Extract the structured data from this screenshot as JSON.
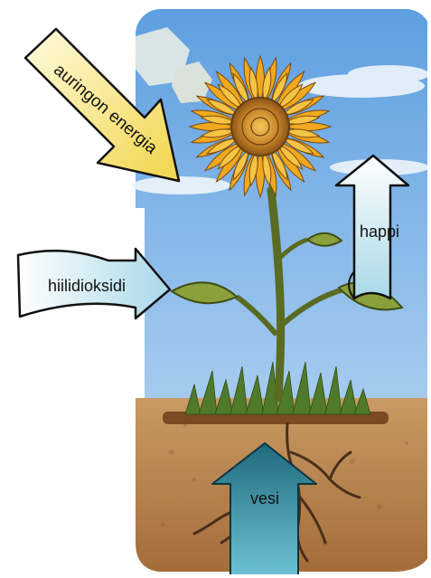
{
  "labels": {
    "sun_energy": "auringon energia",
    "carbon_dioxide": "hiilidioksidi",
    "oxygen": "happi",
    "water": "vesi"
  },
  "colors": {
    "sky": "#7fb2e6",
    "soil": "#b8834f",
    "sun_arrow": "#f4e37a",
    "co2_arrow": "#cfe9f2",
    "oxygen_arrow": "#d9eef4",
    "water_arrow": "#2f8090",
    "petal": "#f2b52a",
    "stem": "#6e7f2e",
    "leaf": "#8da33a"
  }
}
